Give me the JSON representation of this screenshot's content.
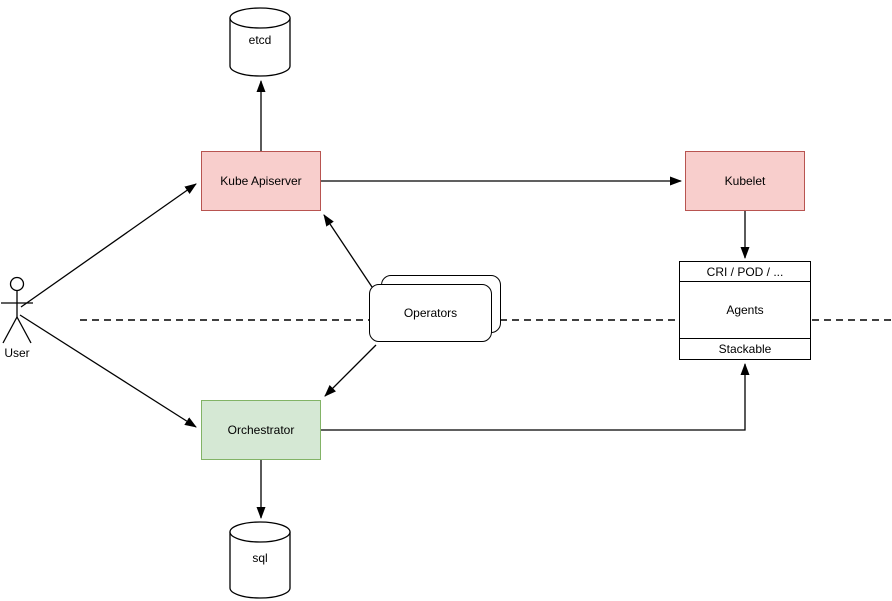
{
  "colors": {
    "background": "#ffffff",
    "line": "#000000",
    "text": "#000000",
    "plain_fill": "#ffffff",
    "node_red_fill": "#f8cecc",
    "node_red_stroke": "#b85450",
    "node_green_fill": "#d5e8d4",
    "node_green_stroke": "#82b366"
  },
  "nodes": {
    "user": {
      "label": "User",
      "shape": "actor"
    },
    "etcd": {
      "label": "etcd",
      "shape": "cylinder"
    },
    "kube_apiserver": {
      "label": "Kube Apiserver",
      "shape": "rect"
    },
    "kubelet": {
      "label": "Kubelet",
      "shape": "rect"
    },
    "operators": {
      "label": "Operators",
      "shape": "stacked-rounded-rect"
    },
    "orchestrator": {
      "label": "Orchestrator",
      "shape": "rect"
    },
    "agents": {
      "header": "CRI / POD / ...",
      "label": "Agents",
      "footer": "Stackable",
      "shape": "sectioned-rect"
    },
    "sql": {
      "label": "sql",
      "shape": "cylinder"
    }
  },
  "edges": [
    {
      "from": "user",
      "to": "kube_apiserver",
      "arrow": "end"
    },
    {
      "from": "user",
      "to": "orchestrator",
      "arrow": "end"
    },
    {
      "from": "kube_apiserver",
      "to": "etcd",
      "arrow": "end"
    },
    {
      "from": "kube_apiserver",
      "to": "kubelet",
      "arrow": "end"
    },
    {
      "from": "kubelet",
      "to": "agents",
      "arrow": "end"
    },
    {
      "from": "operators",
      "to": "kube_apiserver",
      "arrow": "end"
    },
    {
      "from": "operators",
      "to": "orchestrator",
      "arrow": "end"
    },
    {
      "from": "orchestrator",
      "to": "agents",
      "arrow": "end"
    },
    {
      "from": "orchestrator",
      "to": "sql",
      "arrow": "end"
    }
  ],
  "separator": {
    "style": "dashed-horizontal"
  }
}
